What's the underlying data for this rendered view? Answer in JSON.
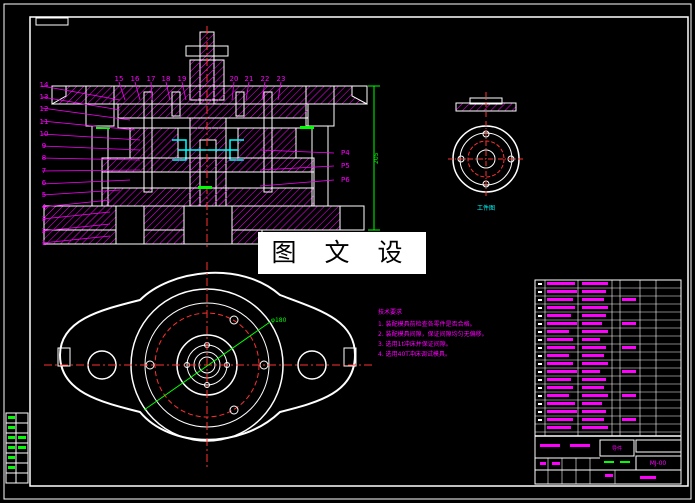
{
  "drawing": {
    "part_numbers_left": [
      "14",
      "13",
      "12",
      "11",
      "10",
      "9",
      "8",
      "7",
      "6",
      "5",
      "4",
      "3",
      "2",
      "1"
    ],
    "part_numbers_top": [
      "15",
      "16",
      "17",
      "18",
      "19",
      "20",
      "21",
      "22",
      "23"
    ],
    "part_numbers_right": [
      "P4",
      "P5",
      "P6"
    ],
    "dim_height": "205",
    "workpiece_label": "工件图",
    "watermark": "图 文 设 计",
    "dim_diameter": "φ180",
    "tech_requirements": {
      "title": "技术要求",
      "items": [
        "1. 装配模具前检查各零件是否合格。",
        "2. 装配模具间隙，保证间隙均匀无偏移。",
        "3. 选用1t冲床并保证间隙。",
        "4. 选用40T冲床调试模具。"
      ]
    },
    "title_block": {
      "product": "导件",
      "drawing_no": "MJ-00"
    }
  },
  "colors": {
    "border": "#ffffff",
    "outline": "#ffffff",
    "hatch": "#ff00ff",
    "centerline": "#ff3030",
    "dimension": "#00ff00",
    "highlight": "#00ffff",
    "table_text": "#ff00ff"
  }
}
